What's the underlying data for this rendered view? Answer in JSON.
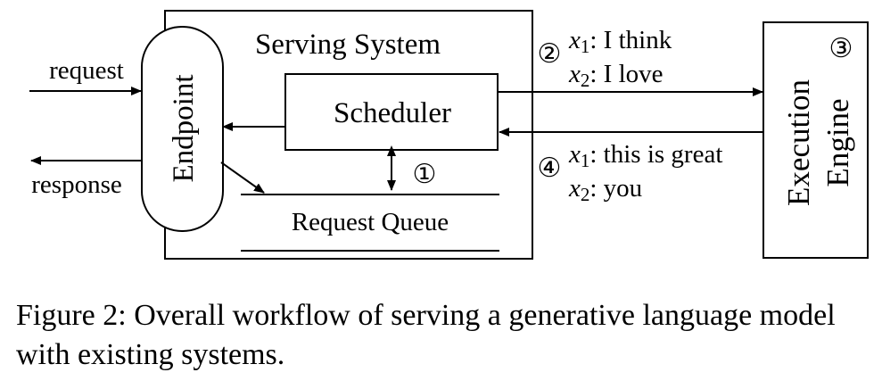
{
  "diagram": {
    "serving_system_label": "Serving System",
    "endpoint_label": "Endpoint",
    "scheduler_label": "Scheduler",
    "request_queue_label": "Request Queue",
    "execution_engine_line1": "Execution",
    "execution_engine_line2": "Engine",
    "request_label": "request",
    "response_label": "response",
    "step1": "①",
    "step2": "②",
    "step3": "③",
    "step4": "④",
    "in_x1_var": "x",
    "in_x1_sub": "1",
    "in_x1_text": ": I think",
    "in_x2_var": "x",
    "in_x2_sub": "2",
    "in_x2_text": ": I love",
    "out_x1_var": "x",
    "out_x1_sub": "1",
    "out_x1_text": ": this is great",
    "out_x2_var": "x",
    "out_x2_sub": "2",
    "out_x2_text": ": you"
  },
  "caption": {
    "text": "Figure 2: Overall workflow of serving a generative language model with existing systems."
  }
}
